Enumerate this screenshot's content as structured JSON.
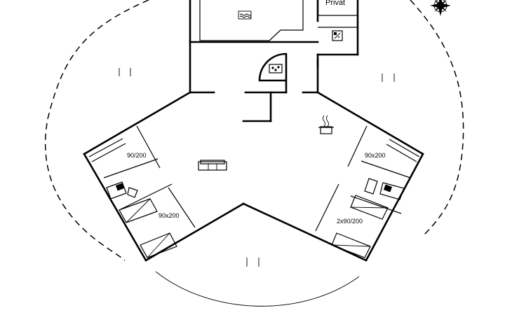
{
  "rooms": {
    "privat_label": "Privat",
    "bed_top_left": "90/200",
    "bed_bottom_left": "90x200",
    "bed_top_right": "90x200",
    "bed_bottom_right": "2x90/200"
  },
  "icons": {
    "pool": "pool-icon",
    "shower": "shower-icon",
    "sauna": "sauna-icon",
    "stove": "cooking-pot-icon",
    "sofa": "sofa-icon",
    "toilet_left": "toilet-icon",
    "toilet_right": "toilet-icon",
    "compass": "compass-rose-icon",
    "terrace": "terrace-marker-icon"
  },
  "colors": {
    "ink": "#000000",
    "background": "#ffffff"
  }
}
